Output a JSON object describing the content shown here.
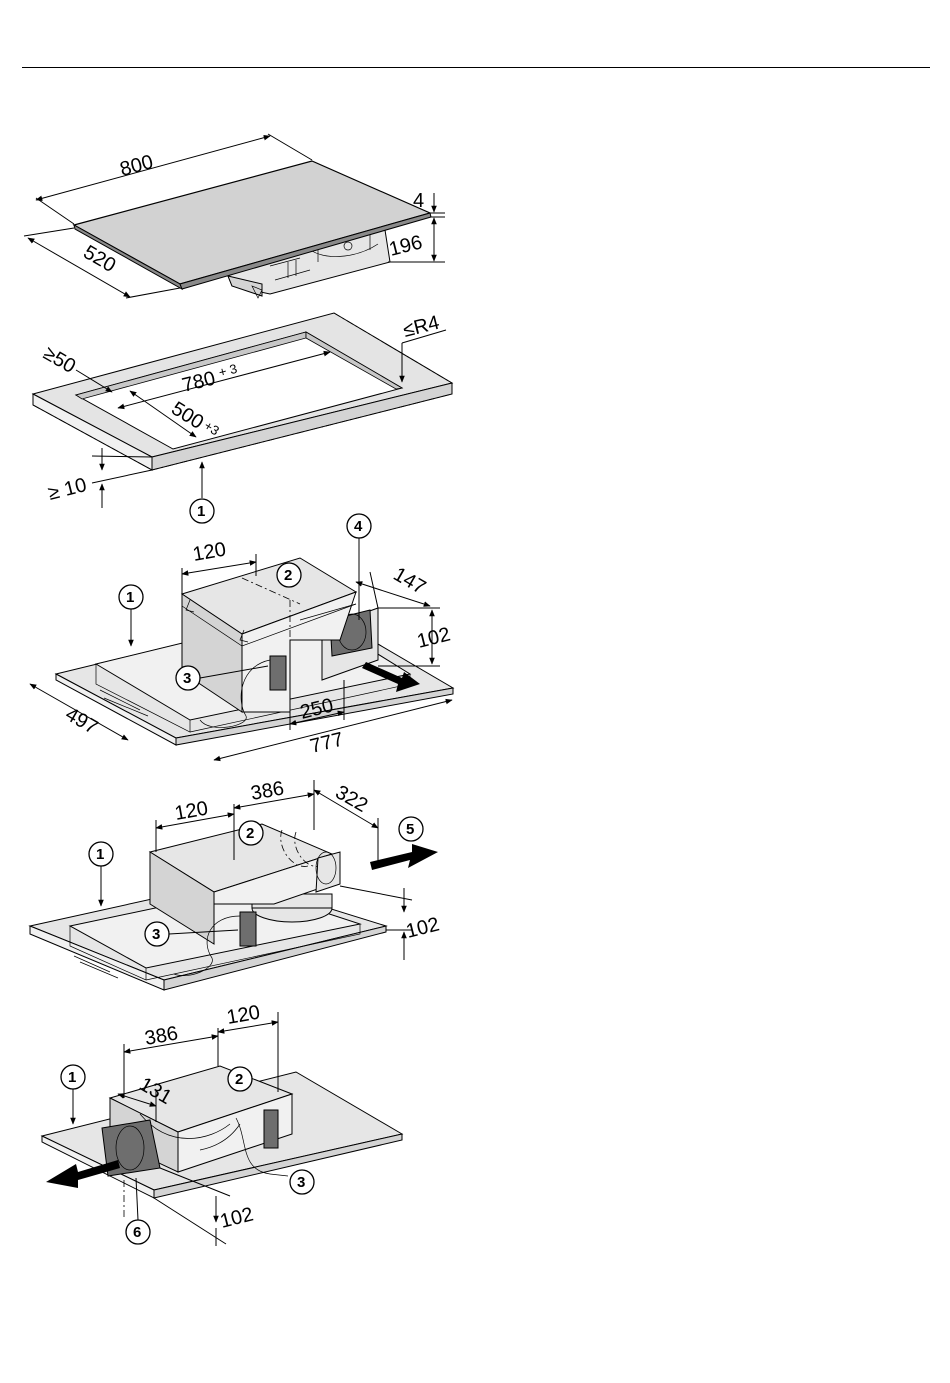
{
  "figure1": {
    "dim_width": "800",
    "dim_depth": "520",
    "dim_glass": "4",
    "dim_height": "196"
  },
  "figure2": {
    "dim_edge": "≥50",
    "dim_cut_width": "780",
    "dim_cut_width_tol": "+ 3",
    "dim_cut_depth": "500",
    "dim_cut_depth_tol": "+3",
    "dim_radius": "≤R4",
    "dim_thickness": "≥ 10",
    "callout_worktop": "1"
  },
  "figure3": {
    "dim_120": "120",
    "dim_147": "147",
    "dim_102": "102",
    "dim_497": "497",
    "dim_250": "250",
    "dim_777": "777",
    "callout_1": "1",
    "callout_2": "2",
    "callout_3": "3",
    "callout_4": "4"
  },
  "figure4": {
    "dim_120": "120",
    "dim_386": "386",
    "dim_322": "322",
    "dim_102": "102",
    "callout_1": "1",
    "callout_2": "2",
    "callout_3": "3",
    "callout_5": "5"
  },
  "figure5": {
    "dim_386": "386",
    "dim_120": "120",
    "dim_131": "131",
    "dim_102": "102",
    "callout_1": "1",
    "callout_2": "2",
    "callout_3": "3",
    "callout_6": "6"
  }
}
